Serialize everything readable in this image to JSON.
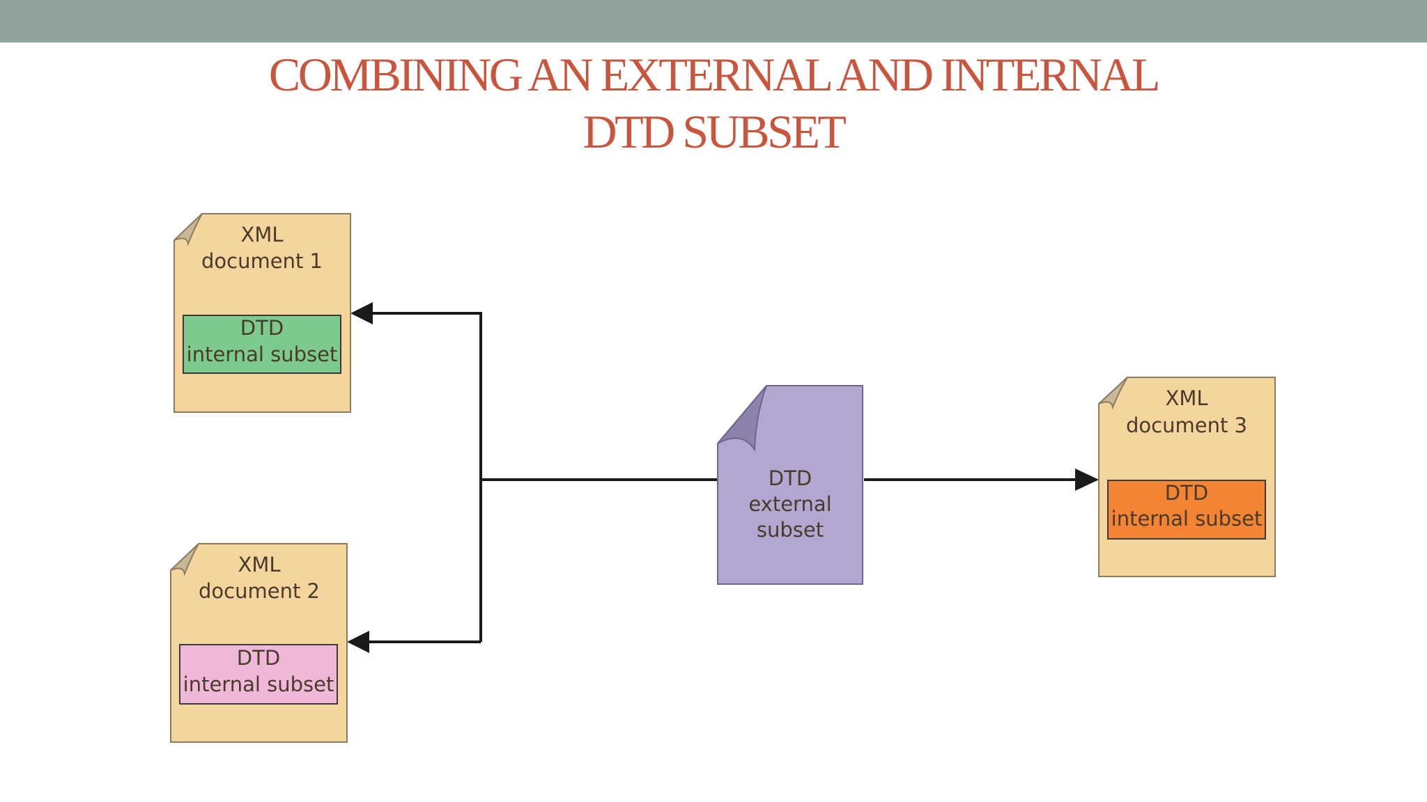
{
  "title": {
    "line1": "COMBINING AN EXTERNAL AND INTERNAL",
    "line2": "DTD SUBSET"
  },
  "colors": {
    "top_bar": "#8fa39a",
    "title": "#c9553d",
    "document": "#f4d59e",
    "document_border": "#8a7a60",
    "fold": "#c9b896",
    "external_subset": "#b3a7d2",
    "external_fold": "#8d82ac",
    "subset_green": "#7ccb8d",
    "subset_pink": "#f0b8d8",
    "subset_orange": "#f28433",
    "arrow": "#1a1a1a"
  },
  "documents": [
    {
      "line1": "XML",
      "line2": "document 1",
      "subset_line1": "DTD",
      "subset_line2": "internal subset"
    },
    {
      "line1": "XML",
      "line2": "document 2",
      "subset_line1": "DTD",
      "subset_line2": "internal subset"
    },
    {
      "line1": "XML",
      "line2": "document 3",
      "subset_line1": "DTD",
      "subset_line2": "internal subset"
    }
  ],
  "external": {
    "line1": "DTD",
    "line2": "external",
    "line3": "subset"
  }
}
